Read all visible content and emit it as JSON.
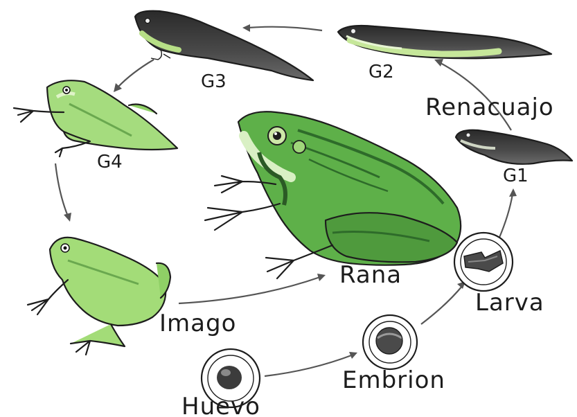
{
  "labels": {
    "huevo": "Huevo",
    "embrion": "Embrion",
    "larva": "Larva",
    "g1": "G1",
    "renacuajo": "Renacuajo",
    "g2": "G2",
    "g3": "G3",
    "g4": "G4",
    "imago": "Imago",
    "rana": "Rana"
  },
  "colors": {
    "frog_green": "#8cd46a",
    "frog_light": "#c9ee9e",
    "frog_dark": "#2e6b2a",
    "tadpole_dark": "#3a3a3a",
    "tadpole_belly": "#b9e08a",
    "arrow": "#555555"
  }
}
